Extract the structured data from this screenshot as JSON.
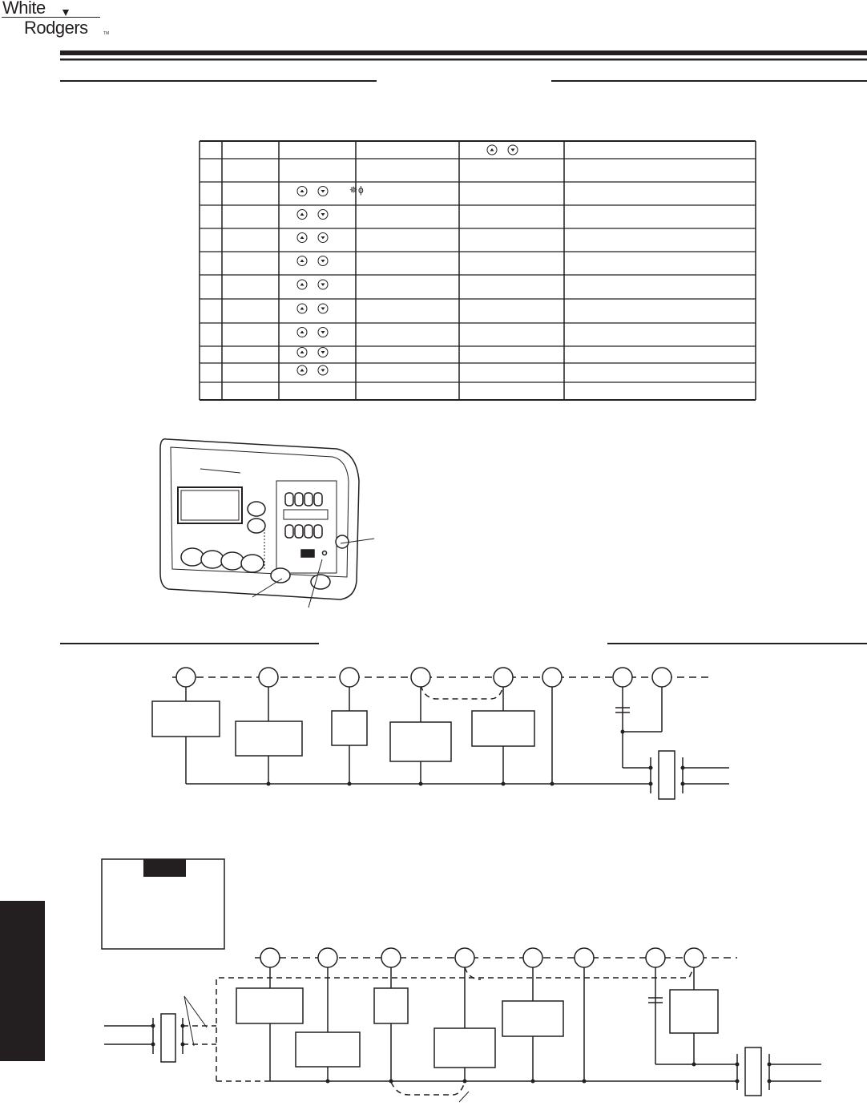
{
  "logo": {
    "line1": "White",
    "line2": "Rodgers",
    "tm": "TM"
  },
  "table": {
    "rows": 12,
    "arrow_button_rows": [
      2,
      3,
      4,
      5,
      6,
      7,
      8,
      9,
      10
    ],
    "header_arrows_column": 4,
    "mode_icons_row": 2
  },
  "icons": {
    "arrow_up": "up-arrow-button-icon",
    "arrow_down": "down-arrow-button-icon",
    "cool": "snowflake-icon",
    "heat": "flame-icon"
  }
}
